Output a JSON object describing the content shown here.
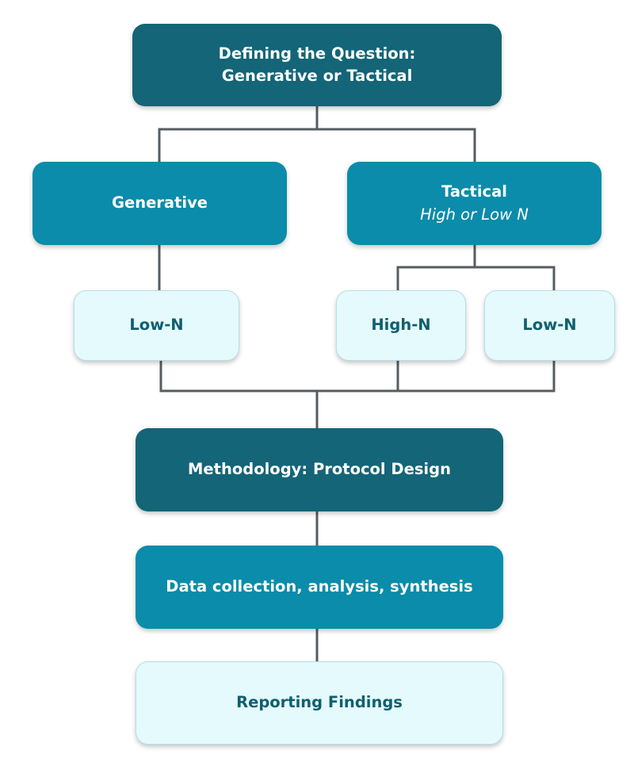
{
  "diagram": {
    "top": {
      "line1": "Defining the Question:",
      "line2": "Generative or Tactical"
    },
    "generative": {
      "label": "Generative"
    },
    "tactical": {
      "label": "Tactical",
      "sub": "High or Low N"
    },
    "gen_low_n": {
      "label": "Low-N"
    },
    "tac_high_n": {
      "label": "High-N"
    },
    "tac_low_n": {
      "label": "Low-N"
    },
    "methodology": {
      "label": "Methodology: Protocol Design"
    },
    "data_collection": {
      "label": "Data collection, analysis, synthesis"
    },
    "reporting": {
      "label": "Reporting Findings"
    }
  },
  "colors": {
    "dark": "#136577",
    "mid": "#0a8caa",
    "light": "#e5fafd",
    "light_text": "#0f5f6f",
    "connector": "#555d61"
  }
}
